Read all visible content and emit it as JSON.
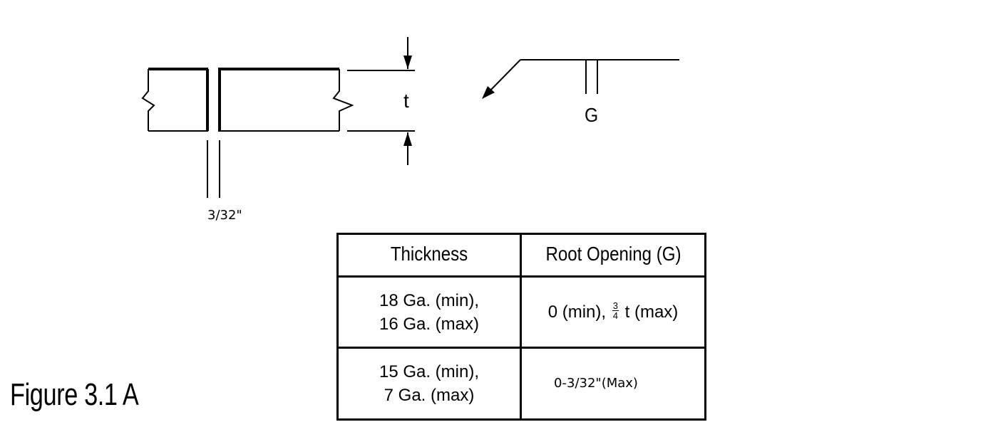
{
  "figure": {
    "caption": "Figure 3.1 A"
  },
  "joint_detail": {
    "gap_dimension": "3/32\"",
    "thickness_symbol": "t"
  },
  "weld_symbol": {
    "gap_symbol": "G"
  },
  "table": {
    "headers": [
      "Thickness",
      "Root Opening (G)"
    ],
    "rows": [
      {
        "thickness_line1": "18 Ga. (min),",
        "thickness_line2": "16 Ga. (max)",
        "root_prefix": "0 (min), ",
        "root_frac_num": "3",
        "root_frac_den": "4",
        "root_suffix": " t (max)"
      },
      {
        "thickness_line1": "15 Ga. (min),",
        "thickness_line2": "7 Ga. (max)",
        "root_opening": "0-3/32\"(Max)"
      }
    ]
  }
}
